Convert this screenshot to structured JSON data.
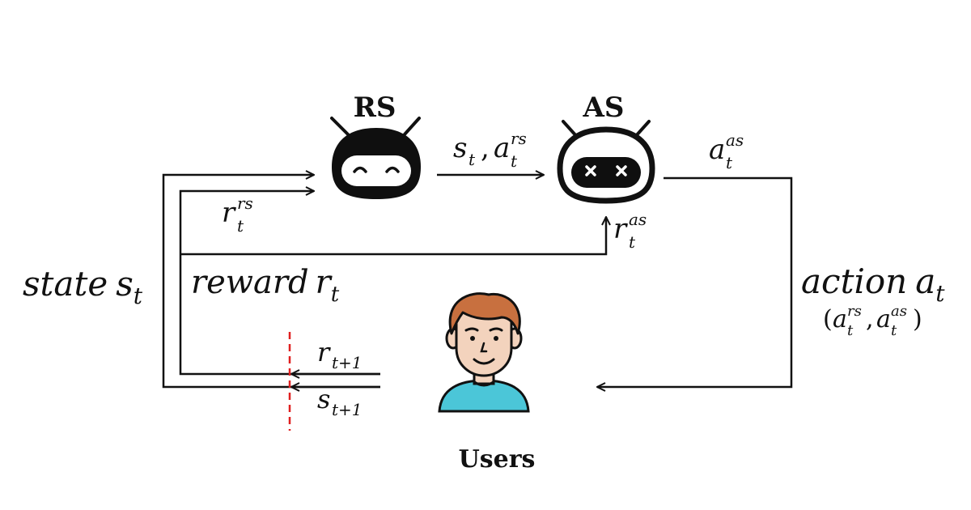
{
  "nodes": {
    "rs_label": "RS",
    "as_label": "AS",
    "users_label": "Users"
  },
  "labels": {
    "state": {
      "word": "state",
      "var": "s",
      "sub": "t"
    },
    "reward": {
      "word": "reward",
      "var": "r",
      "sub": "t"
    },
    "action": {
      "word": "action",
      "var": "a",
      "sub": "t"
    },
    "action_pair": {
      "open": "(",
      "a1": "a",
      "a1_sup": "rs",
      "a1_sub": "t",
      "comma": ",",
      "a2": "a",
      "a2_sup": "as",
      "a2_sub": "t",
      "close": ")"
    },
    "rs_to_as": {
      "s": "s",
      "s_sub": "t",
      "comma": ",",
      "a": "a",
      "a_sup": "rs",
      "a_sub": "t"
    },
    "as_output": {
      "a": "a",
      "a_sup": "as",
      "a_sub": "t"
    },
    "reward_rs": {
      "r": "r",
      "r_sup": "rs",
      "r_sub": "t"
    },
    "reward_as": {
      "r": "r",
      "r_sup": "as",
      "r_sub": "t"
    },
    "next_reward": {
      "r": "r",
      "r_sub": "t+1"
    },
    "next_state": {
      "s": "s",
      "s_sub": "t+1"
    }
  },
  "colors": {
    "line": "#111111",
    "divider": "#e02020",
    "robot": "#0f0f0f",
    "user_hair": "#c8703f",
    "user_skin": "#f3d3bd",
    "user_shirt": "#4bc6d8"
  }
}
